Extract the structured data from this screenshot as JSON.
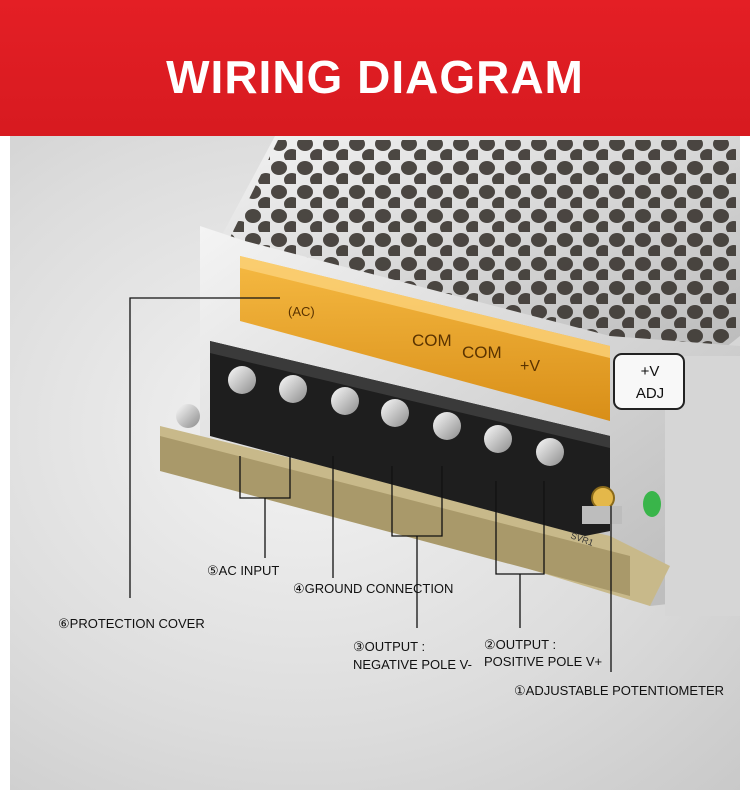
{
  "banner": {
    "title": "WIRING DIAGRAM"
  },
  "terminal_block": {
    "markings": [
      "(AC)",
      "COM",
      "COM",
      "+V"
    ],
    "adj_label_top": "+V",
    "adj_label_bottom": "ADJ",
    "pcb_mark": "SVR1"
  },
  "callouts": {
    "ac_input": "⑤AC INPUT",
    "ground": "④GROUND CONNECTION",
    "protection_cover": "⑥PROTECTION COVER",
    "output_negative_line1": "③OUTPUT :",
    "output_negative_line2": "NEGATIVE POLE V-",
    "output_positive_line1": "②OUTPUT :",
    "output_positive_line2": "POSITIVE POLE V+",
    "potentiometer": "①ADJUSTABLE POTENTIOMETER"
  },
  "colors": {
    "banner_red": "#e41f25",
    "cover_amber": "#f2a11a",
    "terminal_black": "#1e1e1e",
    "leader_line": "#111111"
  }
}
